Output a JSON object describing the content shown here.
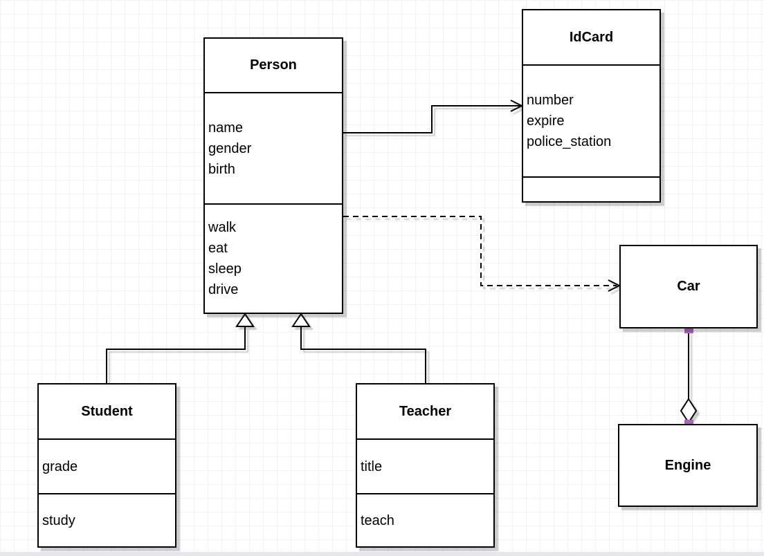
{
  "diagram": {
    "classes": {
      "person": {
        "title": "Person",
        "attributes": [
          "name",
          "gender",
          "birth"
        ],
        "methods": [
          "walk",
          "eat",
          "sleep",
          "drive"
        ]
      },
      "idcard": {
        "title": "IdCard",
        "attributes": [
          "number",
          "expire",
          "police_station"
        ],
        "methods": []
      },
      "car": {
        "title": "Car",
        "attributes": [],
        "methods": []
      },
      "engine": {
        "title": "Engine",
        "attributes": [],
        "methods": []
      },
      "student": {
        "title": "Student",
        "attributes": [
          "grade"
        ],
        "methods": [
          "study"
        ]
      },
      "teacher": {
        "title": "Teacher",
        "attributes": [
          "title"
        ],
        "methods": [
          "teach"
        ]
      }
    },
    "relationships": [
      {
        "from": "Person",
        "to": "IdCard",
        "type": "association",
        "line": "solid",
        "arrowhead": "open-arrow"
      },
      {
        "from": "Person",
        "to": "Car",
        "type": "dependency",
        "line": "dashed",
        "arrowhead": "open-arrow"
      },
      {
        "from": "Student",
        "to": "Person",
        "type": "generalization",
        "line": "solid",
        "arrowhead": "hollow-triangle"
      },
      {
        "from": "Teacher",
        "to": "Person",
        "type": "generalization",
        "line": "solid",
        "arrowhead": "hollow-triangle"
      },
      {
        "from": "Car",
        "to": "Engine",
        "type": "aggregation",
        "line": "solid",
        "arrowhead": "hollow-diamond"
      }
    ],
    "colors": {
      "stroke": "#000000",
      "box_fill": "#ffffff",
      "grid_line": "#f2f2f4",
      "connection_point": "#b164be",
      "shadow": "rgba(0,0,0,0.20)"
    }
  }
}
